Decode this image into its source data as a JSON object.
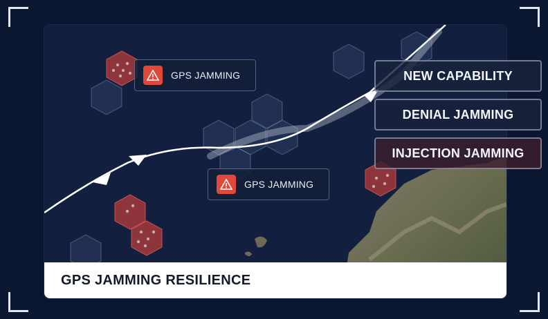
{
  "alerts": [
    {
      "label": "GPS JAMMING",
      "icon": "warning-triangle-icon"
    },
    {
      "label": "GPS JAMMING",
      "icon": "warning-triangle-icon"
    }
  ],
  "capabilities": [
    {
      "label": "NEW CAPABILITY"
    },
    {
      "label": "DENIAL JAMMING"
    },
    {
      "label": "INJECTION JAMMING"
    }
  ],
  "caption": {
    "title": "GPS JAMMING RESILIENCE"
  },
  "colors": {
    "background": "#0b1630",
    "sea": "#131f3e",
    "alert_red": "#e0483a",
    "jamming_zone": "#a83a3a",
    "caption_bg": "#ffffff"
  }
}
